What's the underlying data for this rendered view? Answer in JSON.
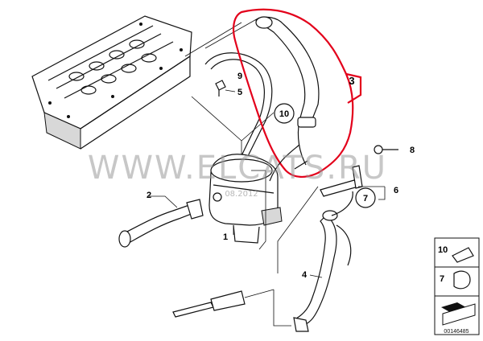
{
  "watermark": {
    "site": "WWW.ELCATS.RU",
    "date": "08.2012"
  },
  "callouts": [
    {
      "num": "1"
    },
    {
      "num": "2"
    },
    {
      "num": "3"
    },
    {
      "num": "4"
    },
    {
      "num": "5"
    },
    {
      "num": "6"
    },
    {
      "num": "7"
    },
    {
      "num": "8"
    },
    {
      "num": "9"
    },
    {
      "num": "10"
    }
  ],
  "legend": {
    "items": [
      {
        "num": "10"
      },
      {
        "num": "7"
      }
    ],
    "ref": "00146485"
  },
  "colors": {
    "highlight": "#e3001b",
    "line": "#111111"
  }
}
